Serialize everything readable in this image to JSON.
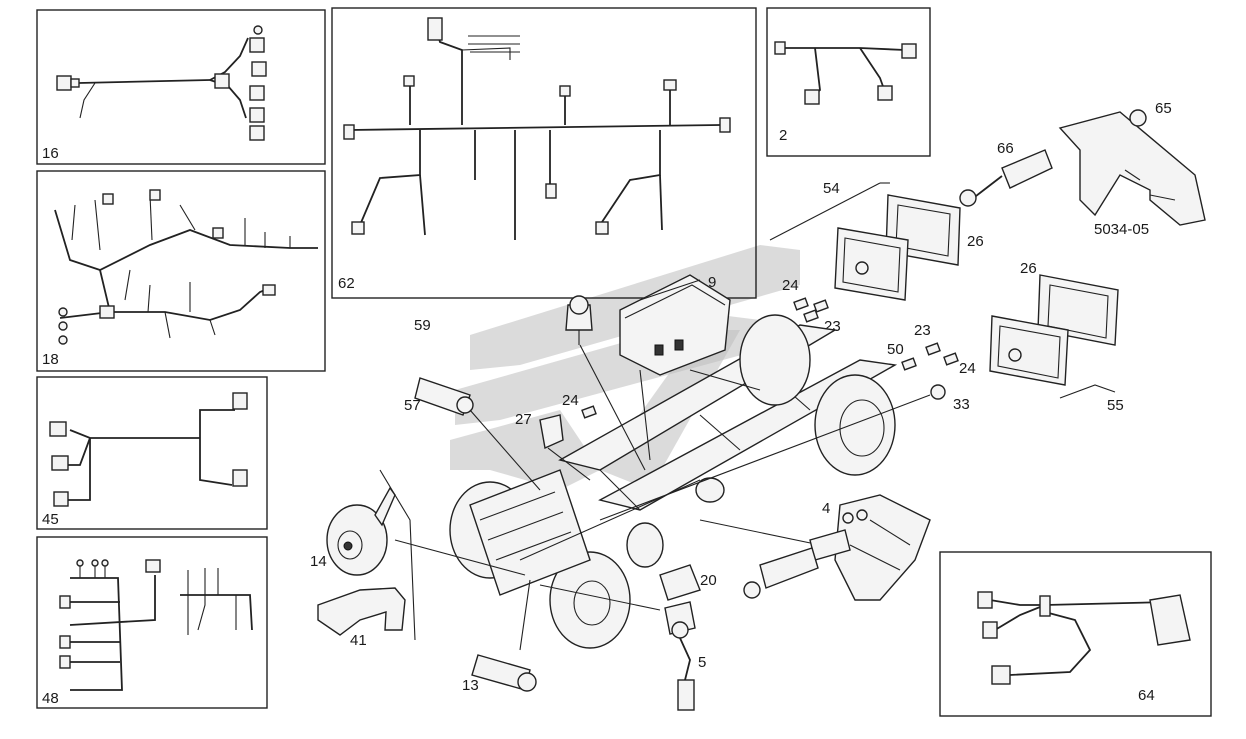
{
  "diagram": {
    "callouts": {
      "c16": "16",
      "c18": "18",
      "c45": "45",
      "c48": "48",
      "c62": "62",
      "c2": "2",
      "c65": "65",
      "c66": "66",
      "c5034": "5034-05",
      "c54": "54",
      "c26a": "26",
      "c26b": "26",
      "c9": "9",
      "c24a": "24",
      "c23a": "23",
      "c23b": "23",
      "c50": "50",
      "c24b": "24",
      "c55": "55",
      "c33": "33",
      "c59": "59",
      "c57": "57",
      "c27": "27",
      "c24c": "24",
      "c4": "4",
      "c14": "14",
      "c41": "41",
      "c20": "20",
      "c5": "5",
      "c13": "13",
      "c64": "64"
    }
  }
}
